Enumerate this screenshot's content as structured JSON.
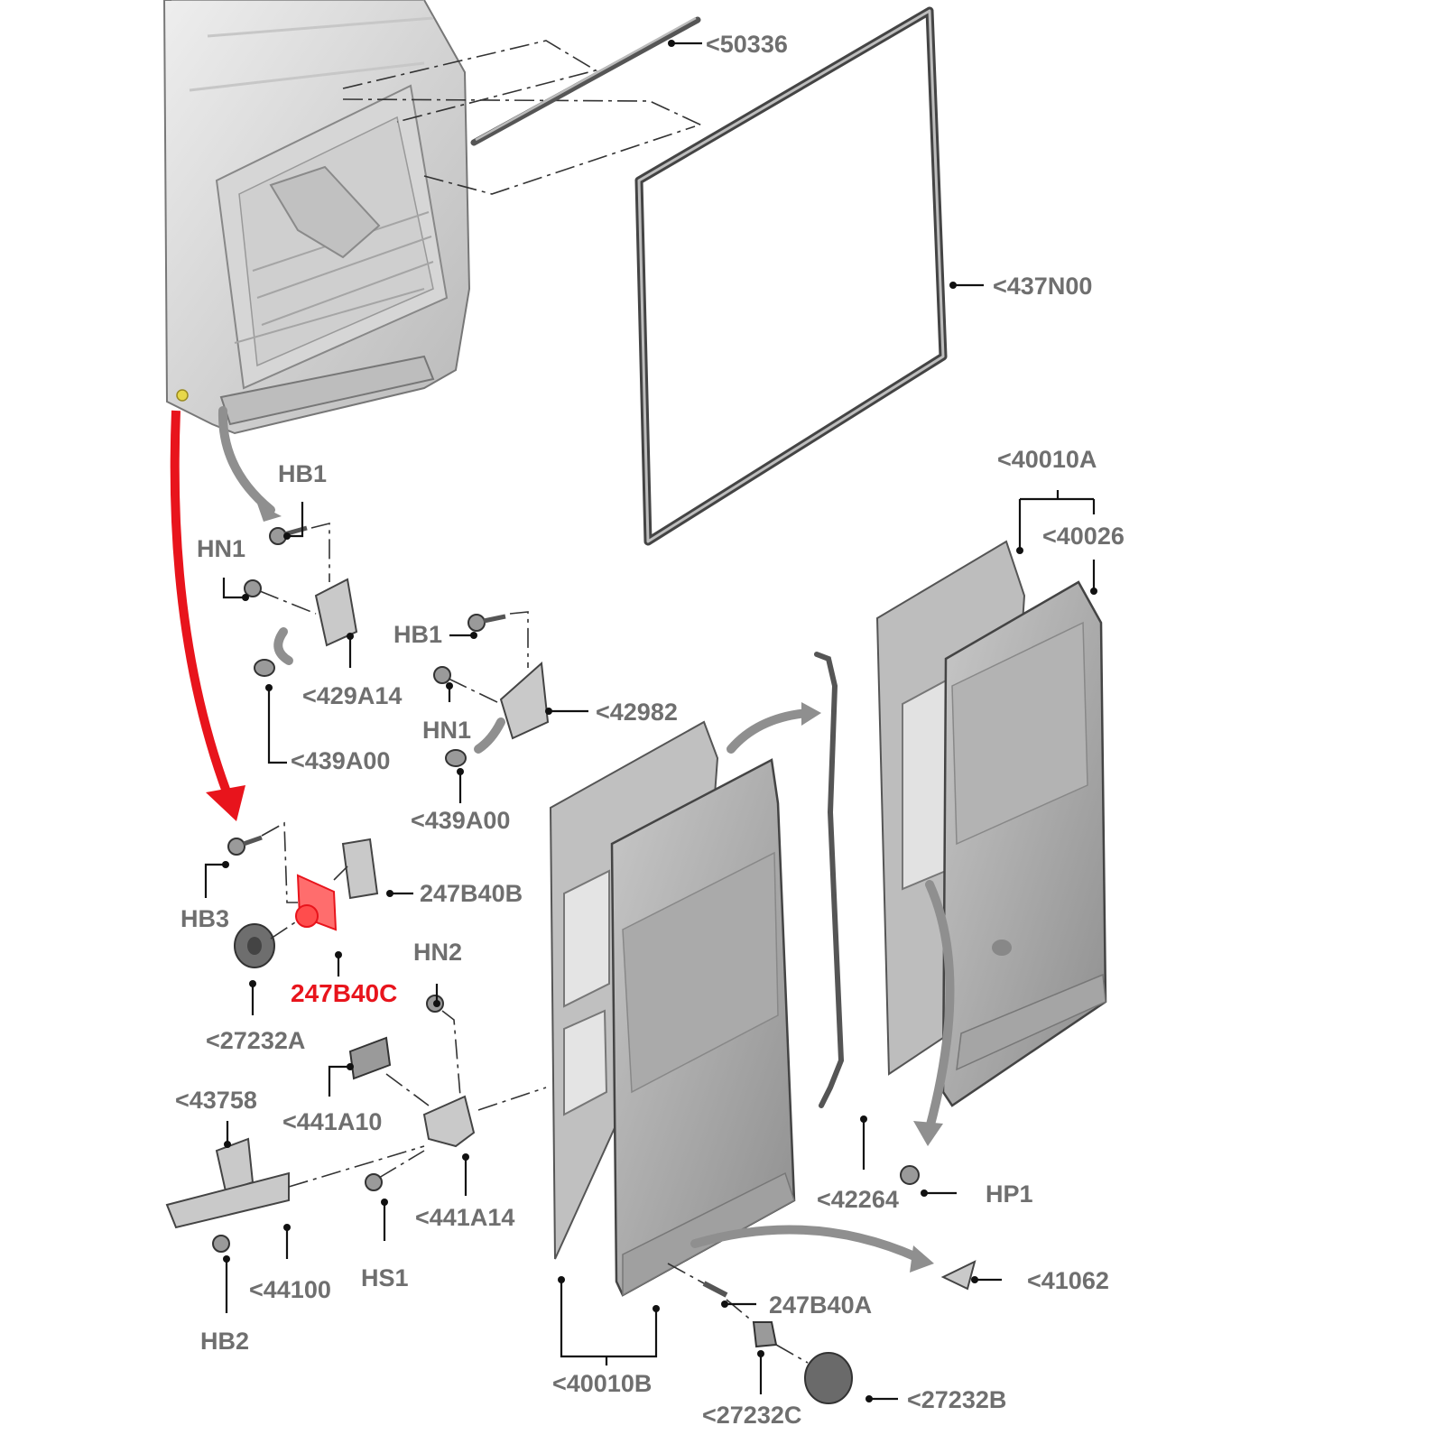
{
  "highlight_color": "#e8141c",
  "labels": {
    "p50336": "<50336",
    "p437N00": "<437N00",
    "p40010A": "<40010A",
    "p40026": "<40026",
    "HB1_top": "HB1",
    "HN1_top": "HN1",
    "p429A14": "<429A14",
    "p439A00_left": "<439A00",
    "HB1_mid": "HB1",
    "p42982": "<42982",
    "HN1_mid": "HN1",
    "p439A00_mid": "<439A00",
    "p247B40B": "247B40B",
    "HB3": "HB3",
    "p247B40C": "247B40C",
    "p27232A": "<27232A",
    "HN2": "HN2",
    "p43758": "<43758",
    "p441A10": "<441A10",
    "p441A14": "<441A14",
    "p44100": "<44100",
    "HS1": "HS1",
    "HB2": "HB2",
    "p42264": "<42264",
    "HP1": "HP1",
    "p41062": "<41062",
    "p247B40A": "247B40A",
    "p40010B": "<40010B",
    "p27232C": "<27232C",
    "p27232B": "<27232B"
  }
}
